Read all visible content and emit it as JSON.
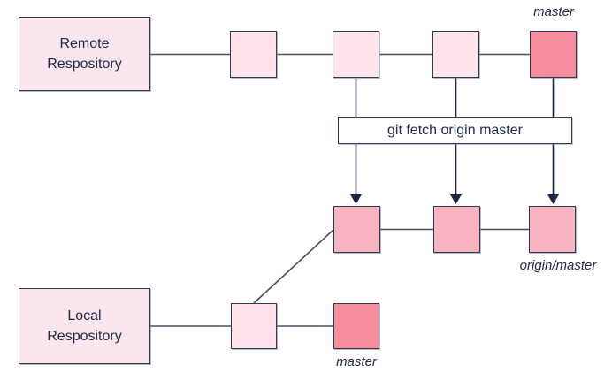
{
  "diagram": {
    "remote_box": {
      "label": "Remote\nRespository"
    },
    "local_box": {
      "label": "Local\nRespository"
    },
    "fetch_box": {
      "label": "git fetch origin master"
    },
    "labels": {
      "remote_master": "master",
      "origin_master": "origin/master",
      "local_master": "master"
    },
    "colors": {
      "background": "#ffffff",
      "box_fill": "#fce6ee",
      "commit_light": "#ffe4eb",
      "commit_fetched": "#f9b4c1",
      "commit_head": "#f78c9d",
      "border": "#2c3957",
      "line": "#4a5066",
      "arrow": "#1c2742",
      "text": "#1d2945",
      "fetch_fill": "#ffffff"
    }
  }
}
